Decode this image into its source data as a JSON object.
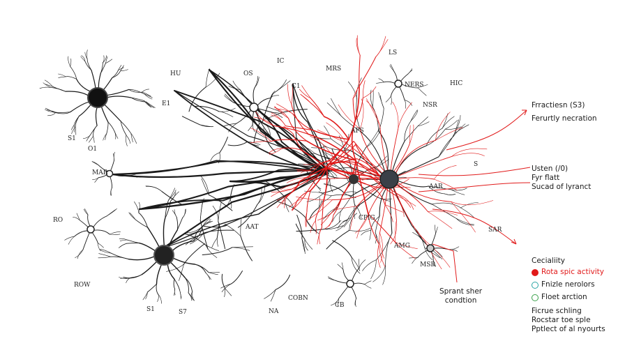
{
  "colors": {
    "ink": "#1a1a1a",
    "accent": "#e11a1a",
    "teal": "#2aa6a6",
    "green": "#3aa04a"
  },
  "nodes": [
    {
      "label": "NERS"
    },
    {
      "label": "CPIG"
    },
    {
      "label": "AMG"
    },
    {
      "label": "MSR"
    },
    {
      "label": "APS"
    },
    {
      "label": "AAR"
    }
  ],
  "small_labels": [
    {
      "text": "HU"
    },
    {
      "text": "OS"
    },
    {
      "text": "IC"
    },
    {
      "text": "MRS"
    },
    {
      "text": "LS"
    },
    {
      "text": "HIC"
    },
    {
      "text": "NSR"
    },
    {
      "text": "E1"
    },
    {
      "text": "S1"
    },
    {
      "text": "O1"
    },
    {
      "text": "MAR"
    },
    {
      "text": "RO"
    },
    {
      "text": "ROW"
    },
    {
      "text": "S1"
    },
    {
      "text": "S7"
    },
    {
      "text": "AAT"
    },
    {
      "text": "COBN"
    },
    {
      "text": "CB"
    },
    {
      "text": "SAR"
    },
    {
      "text": "NA"
    },
    {
      "text": "S"
    },
    {
      "text": "C1"
    }
  ],
  "callouts": {
    "top_title": "Frractiesn (S3)",
    "top_sub": "Ferurtly necration",
    "mid_line1": "Usten (/0)",
    "mid_line2": "Fyr flatt",
    "mid_line3": "Sucad of lyranct",
    "bottom_line1": "Sprant sher",
    "bottom_line2": "condtion"
  },
  "legend": {
    "title": "Cecialiity",
    "items": [
      {
        "label": "Rota spic activity",
        "color": "#e11a1a",
        "highlight": true
      },
      {
        "label": "Fnizle nerolors",
        "color": "#2aa6a6",
        "highlight": false
      },
      {
        "label": "Floet arction",
        "color": "#3aa04a",
        "highlight": false
      }
    ],
    "notes": [
      "Ficrue schling",
      "Rocstar toe sple",
      "Pptlect of al nyourts"
    ]
  }
}
